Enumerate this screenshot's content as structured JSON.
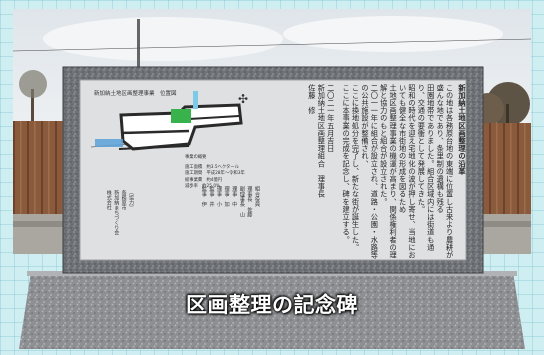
{
  "caption": "区画整理の記念碑",
  "plaque": {
    "title": "新加納土地区画整理の沿革",
    "body": [
      "この地は各務原台地の東端に位置し古来より農耕が盛んな地であり、条里制の遺構も残る",
      "田園地帯でありました。組合区域内には街道も通り、交通の要衝として発展してきた。",
      "昭和の時代を迎え宅地化の波が押し寄せ、当地においても健全な市街地の形成を図るため",
      "土地区画整理事業の機運が高まり、関係権利者の理解と協力のもと組合が設立された。",
      "二〇一一年に組合が設立され、道路・公園・水路等の公共施設が整備され、",
      "ここに換地処分を完了し、新たな街が誕生した。",
      "ここに本事業の完成を記念し、碑を建立する。"
    ],
    "date": "二〇二一年五月吉日",
    "signature_org": "新加納土地区画整理組合　理事長",
    "signature_name": "佐藤　修"
  },
  "map": {
    "title": "新加納土地区画整理事業　位置図",
    "scale": "位置図",
    "north_symbol": "✣"
  },
  "specs": {
    "title": "事業の概要",
    "lines": [
      "施工面積　約3.5ヘクタール",
      "施工期間　平成28年～令和3年",
      "総事業費　約4億円",
      "減歩率　約25.0%"
    ]
  },
  "members": {
    "heading": "組合役員",
    "lines": [
      "理事長　佐藤",
      "副理事長　山",
      "理事　中",
      "理事　加",
      "理事　小",
      "監事　井",
      "監事　伊"
    ]
  },
  "sponsor": {
    "label": "〔協力〕",
    "lines": [
      "各務原市",
      "新加納まちづくり会",
      "株式会社"
    ]
  }
}
